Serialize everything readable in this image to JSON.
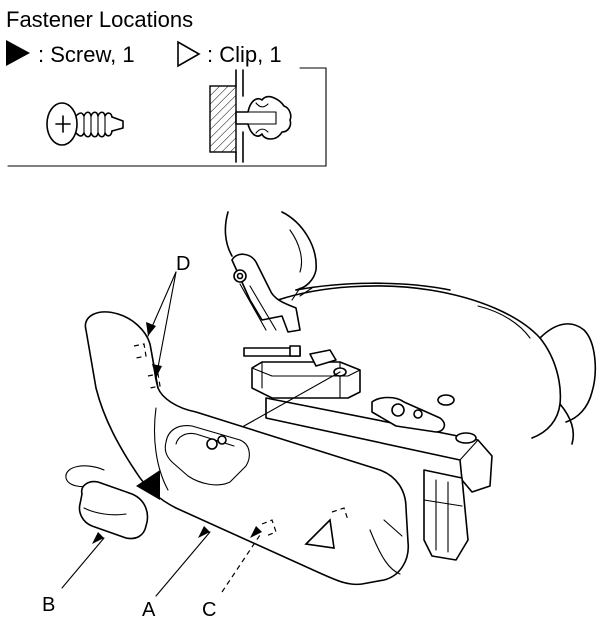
{
  "title": "Fastener Locations",
  "legend": {
    "screw": {
      "label": ": Screw, 1",
      "symbol": "filled-triangle-icon"
    },
    "clip": {
      "label": ": Clip, 1",
      "symbol": "outline-triangle-icon"
    }
  },
  "callouts": {
    "a": "A",
    "b": "B",
    "c": "C",
    "d": "D"
  }
}
